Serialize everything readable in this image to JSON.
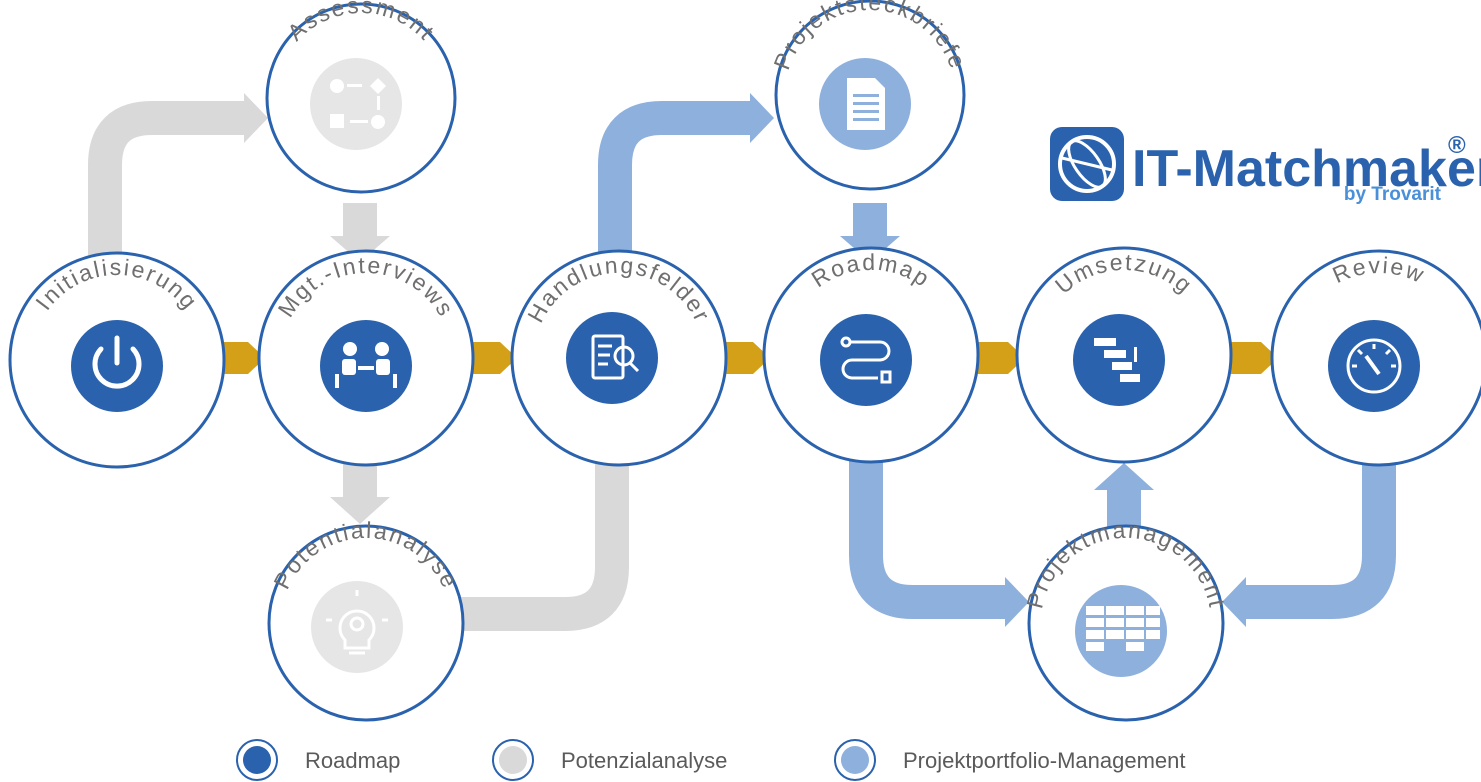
{
  "brand": {
    "name": "IT-Matchmaker",
    "registered": "®",
    "byline": "by Trovarit",
    "name_color": "#2a62ad",
    "byline_color": "#4a90d9"
  },
  "colors": {
    "roadmap": "#2a62ad",
    "potential": "#d9d9d9",
    "portfolio": "#8eb0dd",
    "arrow_gold": "#d4a017"
  },
  "nodes": {
    "initialisierung": {
      "label": "Initialisierung",
      "icon": "power-icon",
      "group": "roadmap"
    },
    "mgt_interviews": {
      "label": "Mgt.-Interviews",
      "icon": "interview-icon",
      "group": "roadmap"
    },
    "handlungsfelder": {
      "label": "Handlungsfelder",
      "icon": "checklist-search-icon",
      "group": "roadmap"
    },
    "roadmap": {
      "label": "Roadmap",
      "icon": "route-icon",
      "group": "roadmap"
    },
    "umsetzung": {
      "label": "Umsetzung",
      "icon": "gantt-icon",
      "group": "roadmap"
    },
    "review": {
      "label": "Review",
      "icon": "gauge-icon",
      "group": "roadmap"
    },
    "assessment": {
      "label": "Assessment",
      "icon": "flowchart-icon",
      "group": "potential"
    },
    "potentialanalyse": {
      "label": "Potentialanalyse",
      "icon": "lightbulb-icon",
      "group": "potential"
    },
    "projektsteckbriefe": {
      "label": "Projektsteckbriefe",
      "icon": "document-icon",
      "group": "portfolio"
    },
    "projektmanagement": {
      "label": "Projektmanagement",
      "icon": "grid-plan-icon",
      "group": "portfolio"
    }
  },
  "legend": [
    {
      "label": "Roadmap",
      "color": "#2a62ad"
    },
    {
      "label": "Potenzialanalyse",
      "color": "#d9d9d9"
    },
    {
      "label": "Projektportfolio-Management",
      "color": "#8eb0dd"
    }
  ]
}
